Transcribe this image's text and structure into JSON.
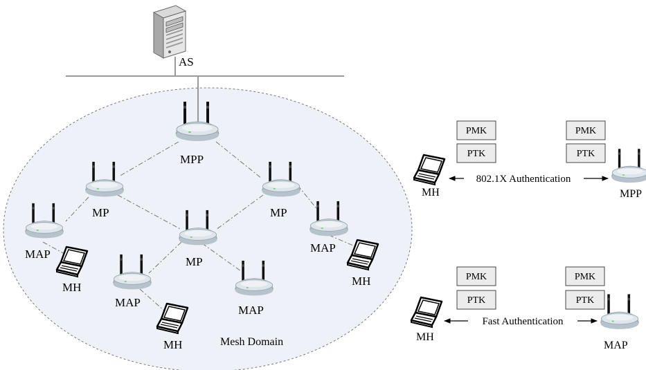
{
  "labels": {
    "as": "AS",
    "mpp": "MPP",
    "mp_left": "MP",
    "mp_right": "MP",
    "mp_center": "MP",
    "map_left": "MAP",
    "map_right": "MAP",
    "map_lower_left": "MAP",
    "map_lower_center": "MAP",
    "mh_left": "MH",
    "mh_right": "MH",
    "mh_bottom": "MH",
    "mesh_domain": "Mesh Domain"
  },
  "auth_top": {
    "mh_label": "MH",
    "peer_label": "MPP",
    "arrow_text": "802.1X Authentication",
    "left_keys": [
      "PMK",
      "PTK"
    ],
    "right_keys": [
      "PMK",
      "PTK"
    ]
  },
  "auth_bottom": {
    "mh_label": "MH",
    "peer_label": "MAP",
    "arrow_text": "Fast Authentication",
    "left_keys": [
      "PMK",
      "PTK"
    ],
    "right_keys": [
      "PMK",
      "PTK"
    ]
  },
  "icons": {
    "server": "server-icon",
    "router": "wireless-router-icon",
    "laptop": "laptop-icon"
  }
}
